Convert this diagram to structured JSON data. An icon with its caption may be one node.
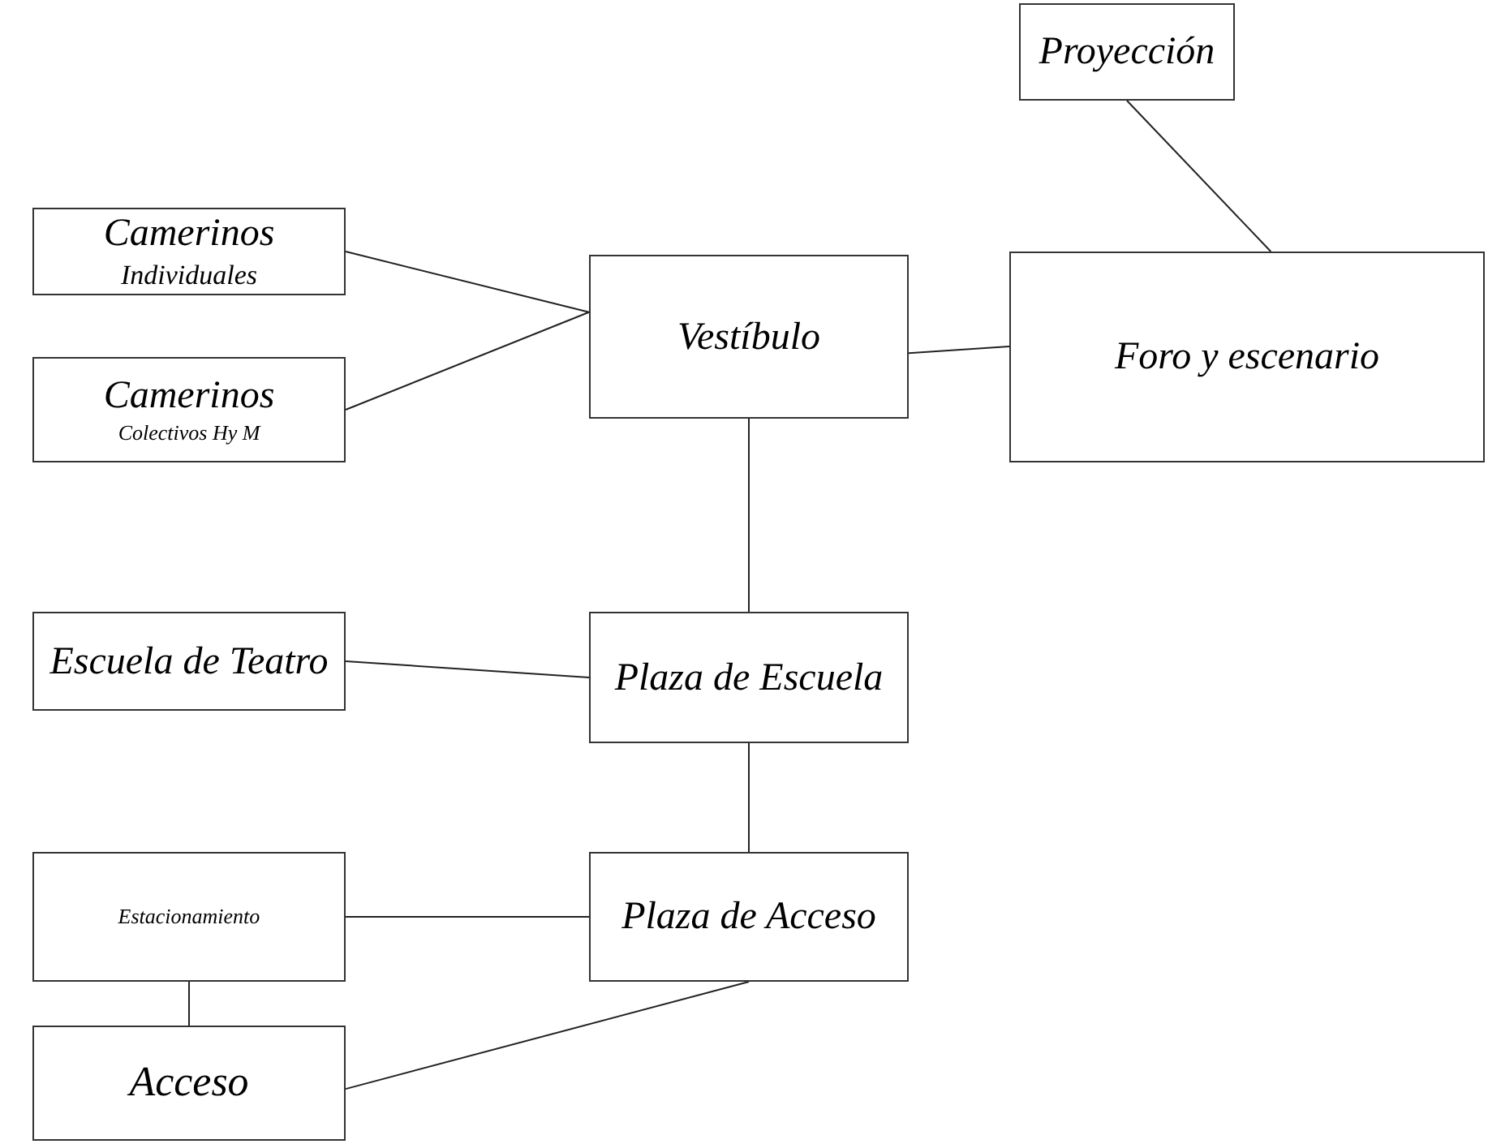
{
  "diagram": {
    "nodes": [
      {
        "text": [
          "Proyección"
        ]
      },
      {
        "text": [
          "Camerinos",
          "Individuales"
        ]
      },
      {
        "text": [
          "Camerinos",
          "Colectivos Hy M"
        ]
      },
      {
        "text": [
          "Vestíbulo"
        ]
      },
      {
        "text": [
          "Foro y escenario"
        ]
      },
      {
        "text": [
          "Escuela de Teatro"
        ]
      },
      {
        "text": [
          "Plaza de Escuela"
        ]
      },
      {
        "text": [
          "Estacionamiento"
        ]
      },
      {
        "text": [
          "Plaza de Acceso"
        ]
      },
      {
        "text": [
          "Acceso"
        ]
      }
    ],
    "edges": [
      {
        "from": 0,
        "to": 4,
        "arrow": "none"
      },
      {
        "from": 1,
        "to": 3,
        "arrow": "none"
      },
      {
        "from": 2,
        "to": 3,
        "arrow": "none"
      },
      {
        "from": 3,
        "to": 4,
        "arrow": "none"
      },
      {
        "from": 3,
        "to": 6,
        "arrow": "none"
      },
      {
        "from": 5,
        "to": 6,
        "arrow": "none"
      },
      {
        "from": 6,
        "to": 8,
        "arrow": "none"
      },
      {
        "from": 7,
        "to": 8,
        "arrow": "none"
      },
      {
        "from": 7,
        "to": 9,
        "arrow": "none"
      },
      {
        "from": 8,
        "to": 9,
        "arrow": "none"
      }
    ]
  }
}
